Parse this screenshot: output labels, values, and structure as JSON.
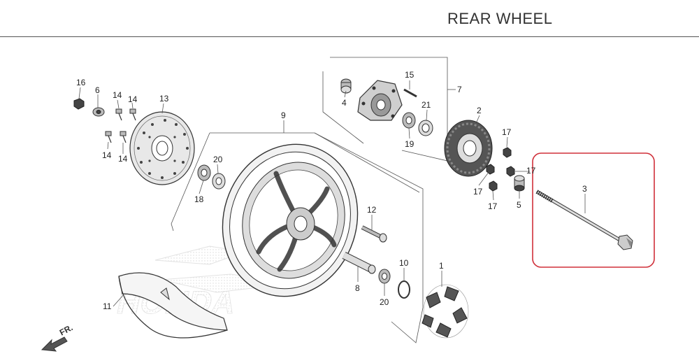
{
  "title": "REAR WHEEL",
  "direction_label": "FR.",
  "watermark": "HONDA",
  "highlight_color": "#d0303a",
  "callouts": {
    "c1": "1",
    "c2": "2",
    "c3": "3",
    "c4": "4",
    "c5": "5",
    "c6": "6",
    "c7": "7",
    "c8": "8",
    "c9": "9",
    "c10": "10",
    "c11": "11",
    "c12": "12",
    "c13": "13",
    "c14a": "14",
    "c14b": "14",
    "c14c": "14",
    "c14d": "14",
    "c15": "15",
    "c16": "16",
    "c17a": "17",
    "c17b": "17",
    "c17c": "17",
    "c17d": "17",
    "c18": "18",
    "c19": "19",
    "c20a": "20",
    "c20b": "20",
    "c21": "21"
  }
}
